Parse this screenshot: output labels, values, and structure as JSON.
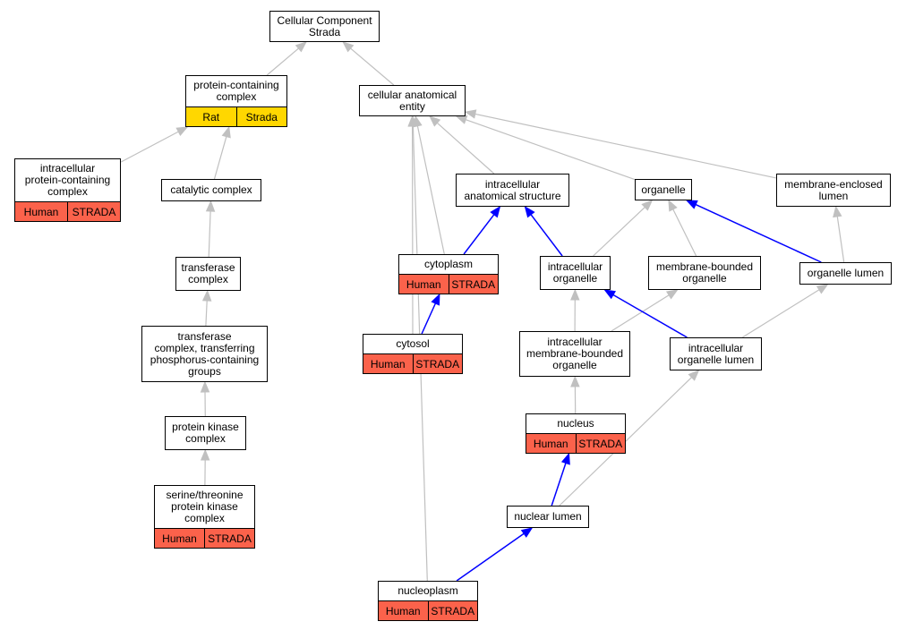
{
  "colors": {
    "gray_edge": "#c0c0c0",
    "blue_edge": "#0000ff",
    "human_tag": "#fb624b",
    "rat_tag": "#ffd700"
  },
  "nodes": {
    "root": {
      "label": "Cellular Component\nStrada"
    },
    "protein_containing_complex": {
      "label": "protein-containing\ncomplex",
      "tags": [
        "Rat",
        "Strada"
      ]
    },
    "cellular_anatomical_entity": {
      "label": "cellular anatomical\nentity"
    },
    "intracellular_protein_containing_complex": {
      "label": "intracellular\nprotein-containing\ncomplex",
      "tags": [
        "Human",
        "STRADA"
      ]
    },
    "catalytic_complex": {
      "label": "catalytic complex"
    },
    "intracellular_anatomical_structure": {
      "label": "intracellular\nanatomical structure"
    },
    "organelle": {
      "label": "organelle"
    },
    "membrane_enclosed_lumen": {
      "label": "membrane-enclosed\nlumen"
    },
    "transferase_complex": {
      "label": "transferase\ncomplex"
    },
    "cytoplasm": {
      "label": "cytoplasm",
      "tags": [
        "Human",
        "STRADA"
      ]
    },
    "intracellular_organelle": {
      "label": "intracellular\norganelle"
    },
    "membrane_bounded_organelle": {
      "label": "membrane-bounded\norganelle"
    },
    "organelle_lumen": {
      "label": "organelle lumen"
    },
    "transferase_complex_phosphorus": {
      "label": "transferase\ncomplex, transferring\nphosphorus-containing\ngroups"
    },
    "cytosol": {
      "label": "cytosol",
      "tags": [
        "Human",
        "STRADA"
      ]
    },
    "intracellular_membrane_bounded_organelle": {
      "label": "intracellular\nmembrane-bounded\norganelle"
    },
    "intracellular_organelle_lumen": {
      "label": "intracellular\norganelle lumen"
    },
    "protein_kinase_complex": {
      "label": "protein kinase\ncomplex"
    },
    "nucleus": {
      "label": "nucleus",
      "tags": [
        "Human",
        "STRADA"
      ]
    },
    "serine_threonine_protein_kinase_complex": {
      "label": "serine/threonine\nprotein kinase\ncomplex",
      "tags": [
        "Human",
        "STRADA"
      ]
    },
    "nuclear_lumen": {
      "label": "nuclear lumen"
    },
    "nucleoplasm": {
      "label": "nucleoplasm",
      "tags": [
        "Human",
        "STRADA"
      ]
    }
  },
  "edges": [
    {
      "from": "protein_containing_complex",
      "to": "root",
      "kind": "gray"
    },
    {
      "from": "cellular_anatomical_entity",
      "to": "root",
      "kind": "gray"
    },
    {
      "from": "intracellular_protein_containing_complex",
      "to": "protein_containing_complex",
      "kind": "gray"
    },
    {
      "from": "catalytic_complex",
      "to": "protein_containing_complex",
      "kind": "gray"
    },
    {
      "from": "transferase_complex",
      "to": "catalytic_complex",
      "kind": "gray"
    },
    {
      "from": "transferase_complex_phosphorus",
      "to": "transferase_complex",
      "kind": "gray"
    },
    {
      "from": "protein_kinase_complex",
      "to": "transferase_complex_phosphorus",
      "kind": "gray"
    },
    {
      "from": "serine_threonine_protein_kinase_complex",
      "to": "protein_kinase_complex",
      "kind": "gray"
    },
    {
      "from": "intracellular_anatomical_structure",
      "to": "cellular_anatomical_entity",
      "kind": "gray"
    },
    {
      "from": "organelle",
      "to": "cellular_anatomical_entity",
      "kind": "gray"
    },
    {
      "from": "membrane_enclosed_lumen",
      "to": "cellular_anatomical_entity",
      "kind": "gray"
    },
    {
      "from": "cytoplasm",
      "to": "cellular_anatomical_entity",
      "kind": "gray"
    },
    {
      "from": "cytosol",
      "to": "cellular_anatomical_entity",
      "kind": "gray"
    },
    {
      "from": "nucleoplasm",
      "to": "cellular_anatomical_entity",
      "kind": "gray"
    },
    {
      "from": "cytoplasm",
      "to": "intracellular_anatomical_structure",
      "kind": "blue"
    },
    {
      "from": "intracellular_organelle",
      "to": "intracellular_anatomical_structure",
      "kind": "blue"
    },
    {
      "from": "intracellular_organelle",
      "to": "organelle",
      "kind": "gray"
    },
    {
      "from": "membrane_bounded_organelle",
      "to": "organelle",
      "kind": "gray"
    },
    {
      "from": "organelle_lumen",
      "to": "organelle",
      "kind": "blue"
    },
    {
      "from": "organelle_lumen",
      "to": "membrane_enclosed_lumen",
      "kind": "gray"
    },
    {
      "from": "cytosol",
      "to": "cytoplasm",
      "kind": "blue"
    },
    {
      "from": "intracellular_membrane_bounded_organelle",
      "to": "intracellular_organelle",
      "kind": "gray"
    },
    {
      "from": "intracellular_membrane_bounded_organelle",
      "to": "membrane_bounded_organelle",
      "kind": "gray"
    },
    {
      "from": "intracellular_organelle_lumen",
      "to": "intracellular_organelle",
      "kind": "blue"
    },
    {
      "from": "intracellular_organelle_lumen",
      "to": "organelle_lumen",
      "kind": "gray"
    },
    {
      "from": "nucleus",
      "to": "intracellular_membrane_bounded_organelle",
      "kind": "gray"
    },
    {
      "from": "nuclear_lumen",
      "to": "nucleus",
      "kind": "blue"
    },
    {
      "from": "nuclear_lumen",
      "to": "intracellular_organelle_lumen",
      "kind": "gray"
    },
    {
      "from": "nucleoplasm",
      "to": "nuclear_lumen",
      "kind": "blue"
    }
  ]
}
